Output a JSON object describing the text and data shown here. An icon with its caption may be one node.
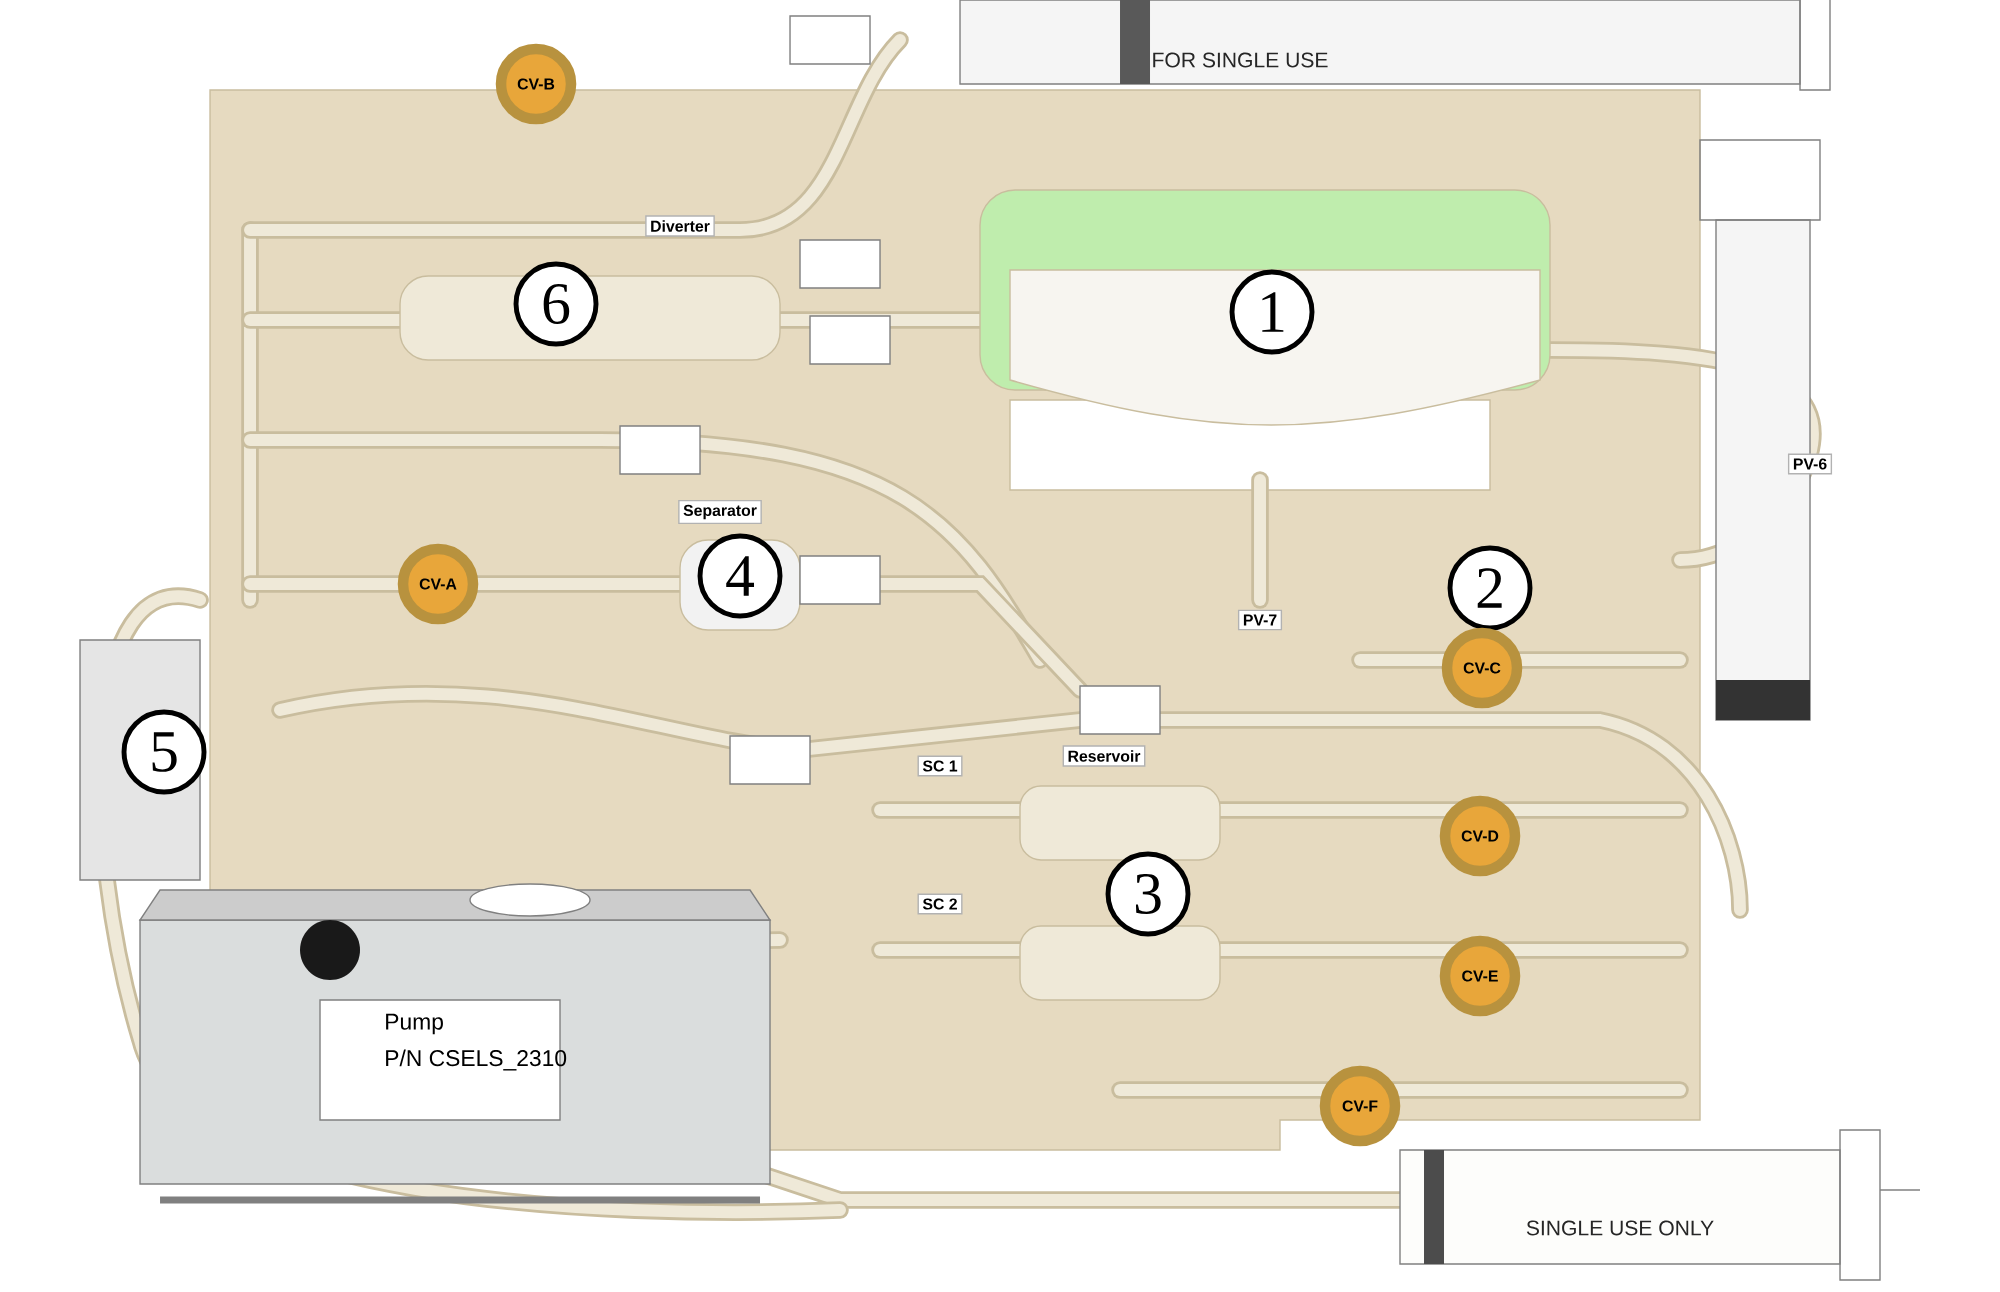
{
  "diagram": {
    "labels": [
      "FOR SINGLE USE",
      "CV-B",
      "Diverter",
      "6",
      "1",
      "PV-6",
      "Separator",
      "4",
      "CV-A",
      "2",
      "PV-7",
      "CV-C",
      "5",
      "Reservoir",
      "SC 1",
      "CV-D",
      "3",
      "SC 2",
      "CV-E",
      "Pump",
      "P/N CSELS_2310",
      "CV-F",
      "SINGLE USE ONLY"
    ]
  }
}
